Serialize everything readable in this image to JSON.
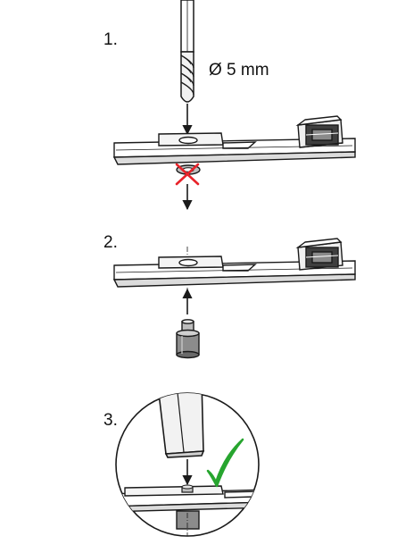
{
  "steps": [
    {
      "number": "1.",
      "annotation": "Ø 5 mm"
    },
    {
      "number": "2."
    },
    {
      "number": "3."
    }
  ],
  "colors": {
    "line": "#1a1a1a",
    "fill_light": "#ededed",
    "fill_mid": "#bdbdbd",
    "fill_dark": "#6a6a6a",
    "cross": "#e8232a",
    "check": "#27a52f"
  },
  "icons": [
    "drill-bit-icon",
    "cross-icon",
    "check-icon",
    "pin-icon",
    "hammer-icon"
  ]
}
